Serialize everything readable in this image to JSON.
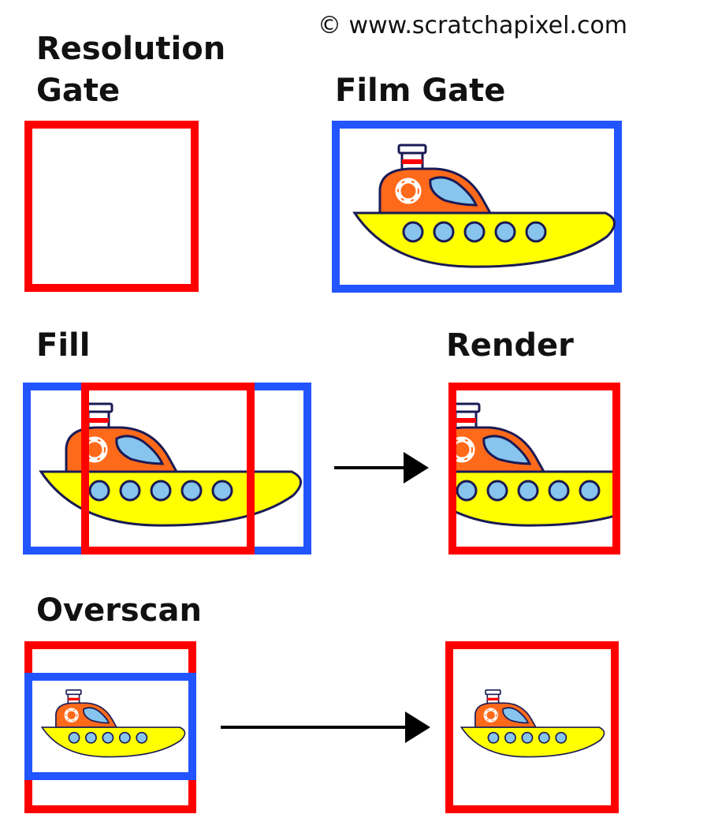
{
  "copyright": "© www.scratchapixel.com",
  "labels": {
    "resolution_gate_line1": "Resolution",
    "resolution_gate_line2": "Gate",
    "film_gate": "Film Gate",
    "fill": "Fill",
    "render": "Render",
    "overscan": "Overscan"
  },
  "colors": {
    "resolution_gate": "#ff0000",
    "film_gate": "#2255ff",
    "hull": "#ffff00",
    "cabin": "#ff6a1a",
    "window": "#87c4ee",
    "outline": "#1a1a55",
    "arrow": "#000000"
  },
  "icons": {
    "ship": "ship-icon",
    "arrow": "arrow-right-icon"
  }
}
